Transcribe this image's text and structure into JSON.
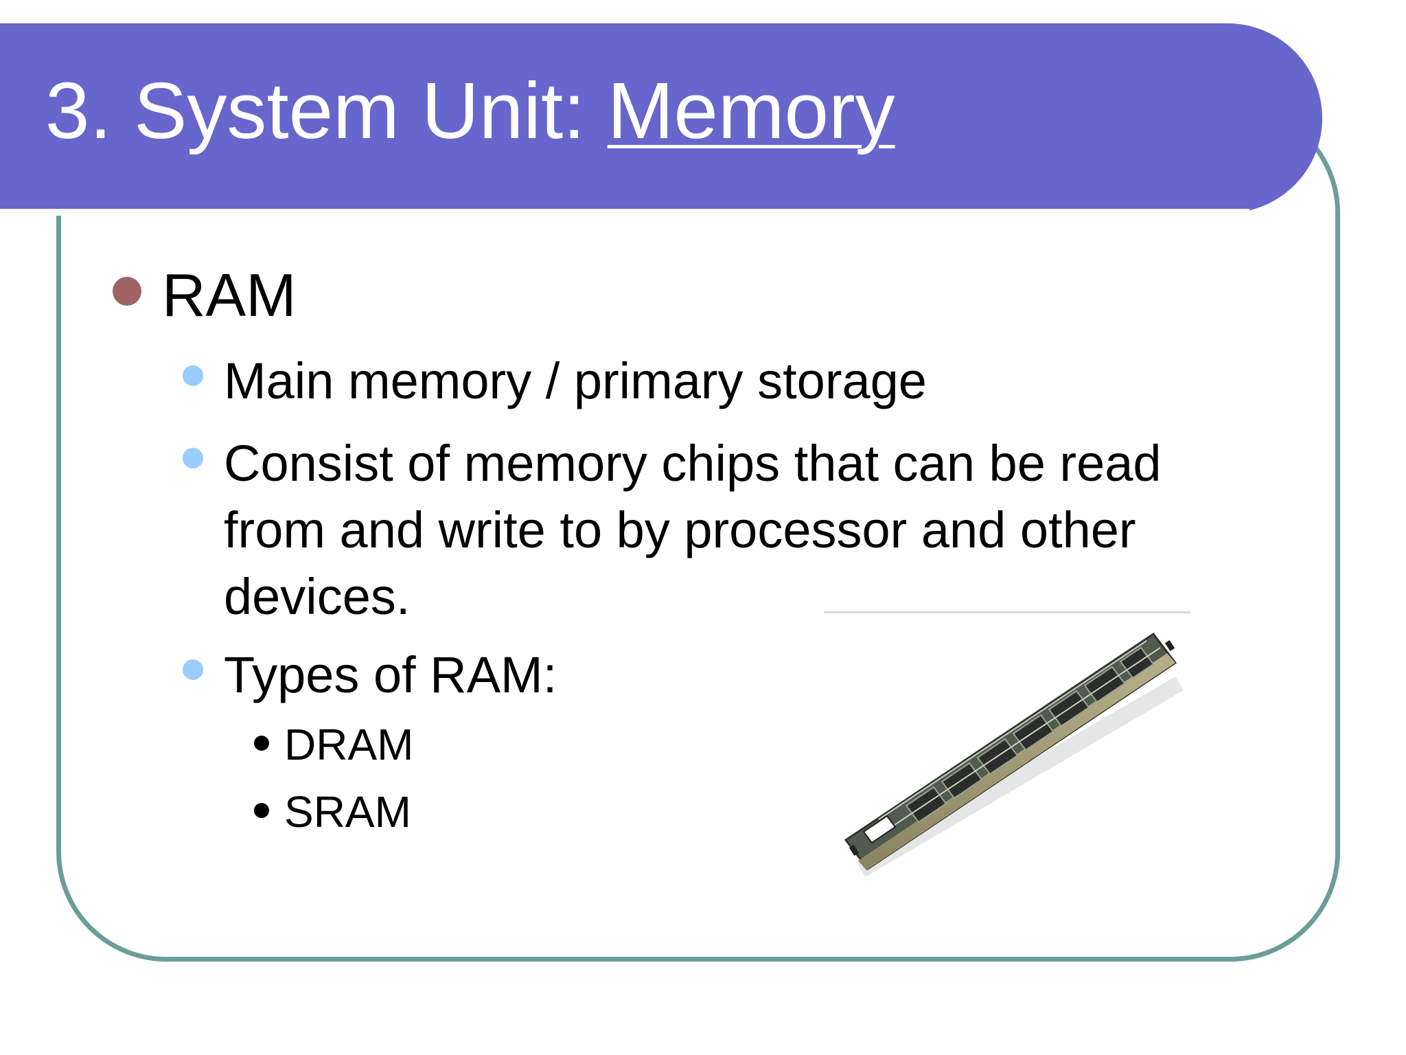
{
  "slide": {
    "title_prefix": "3. System Unit: ",
    "title_highlight": "Memory",
    "bullets": [
      {
        "level": 1,
        "text": "RAM"
      },
      {
        "level": 2,
        "text": "Main memory / primary storage"
      },
      {
        "level": 2,
        "lines": [
          "Consist of memory chips that can be read",
          "from and write to by processor and other",
          "devices."
        ]
      },
      {
        "level": 2,
        "text": "Types of RAM:"
      },
      {
        "level": 3,
        "text": "DRAM"
      },
      {
        "level": 3,
        "text": "SRAM"
      }
    ],
    "image": {
      "icon": "ram-module-icon",
      "alt": "RAM memory module"
    }
  },
  "colors": {
    "title_bar": "#6666cc",
    "frame": "#6b9e9b",
    "bullet_level1": "#9e6464",
    "bullet_level2": "#99ccff",
    "bullet_level3": "#000000"
  }
}
